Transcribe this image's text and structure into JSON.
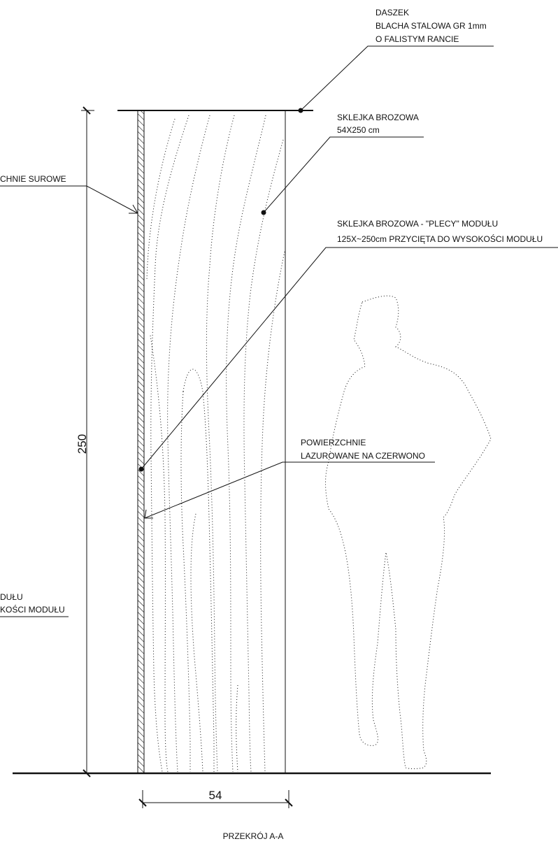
{
  "labels": {
    "daszek_1": "DASZEK",
    "daszek_2": "BLACHA STALOWA GR 1mm",
    "daszek_3": "O FALISTYM RANCIE",
    "sklejka_1": "SKLEJKA BROZOWA",
    "sklejka_2": "54X250 cm",
    "plecy_1": "SKLEJKA BROZOWA - \"PLECY\" MODUŁU",
    "plecy_2": "125X~250cm PRZYCIĘTA DO WYSOKOŚCI MODUŁU",
    "surowe": "CHNIE SUROWE",
    "lazur_1": "POWIERZCHNIE",
    "lazur_2": "LAZUROWANE NA CZERWONO",
    "left_1": "DUŁU",
    "left_2": "KOŚCI MODUŁU",
    "caption": "PRZEKRÓJ A-A"
  },
  "dimensions": {
    "height_value": "250",
    "width_value": "54"
  }
}
